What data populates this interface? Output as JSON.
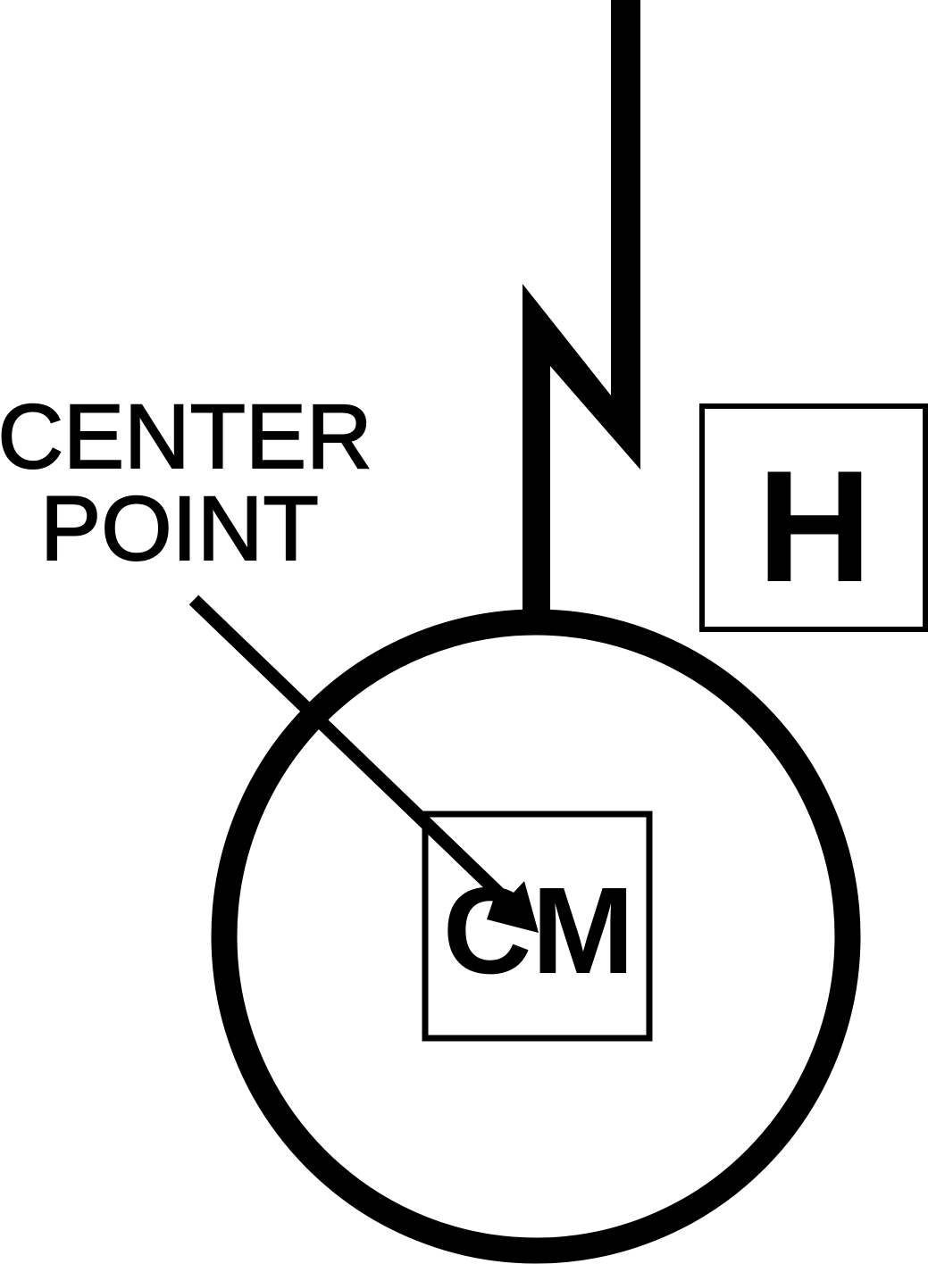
{
  "callout": {
    "line1": "CENTER",
    "line2": "POINT"
  },
  "boxes": {
    "h_label": "H",
    "cm_label": "CM"
  },
  "colors": {
    "ink": "#000000",
    "background": "#ffffff"
  },
  "icons": {
    "north_arrow": "north-arrow-icon",
    "leader_arrow": "arrowhead-icon"
  }
}
